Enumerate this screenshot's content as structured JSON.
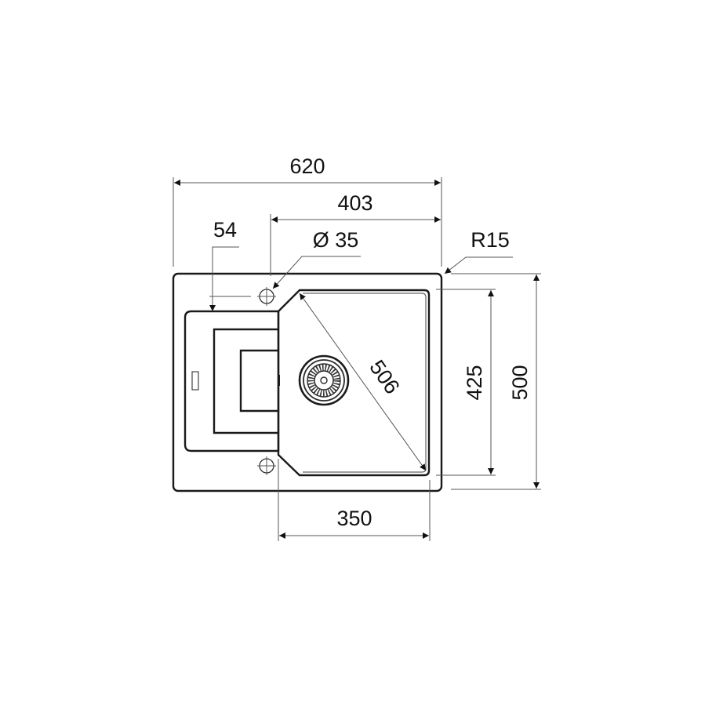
{
  "drawing": {
    "title": "Sink technical drawing (top view)",
    "units": "mm",
    "line_color": "#1a1a1a",
    "background": "#ffffff"
  },
  "dimensions": {
    "overall_width": "620",
    "bowl_offset_width": "403",
    "tap_hole_offset": "54",
    "tap_hole_diameter": "Ø 35",
    "corner_radius": "R15",
    "bowl_diagonal": "506",
    "bowl_height": "425",
    "overall_height": "500",
    "bowl_width": "350"
  },
  "features": {
    "drain_icon": "strainer-waste",
    "tap_holes": [
      "tap-hole-top",
      "tap-hole-bottom"
    ],
    "drainer": "stepped-drainer"
  }
}
